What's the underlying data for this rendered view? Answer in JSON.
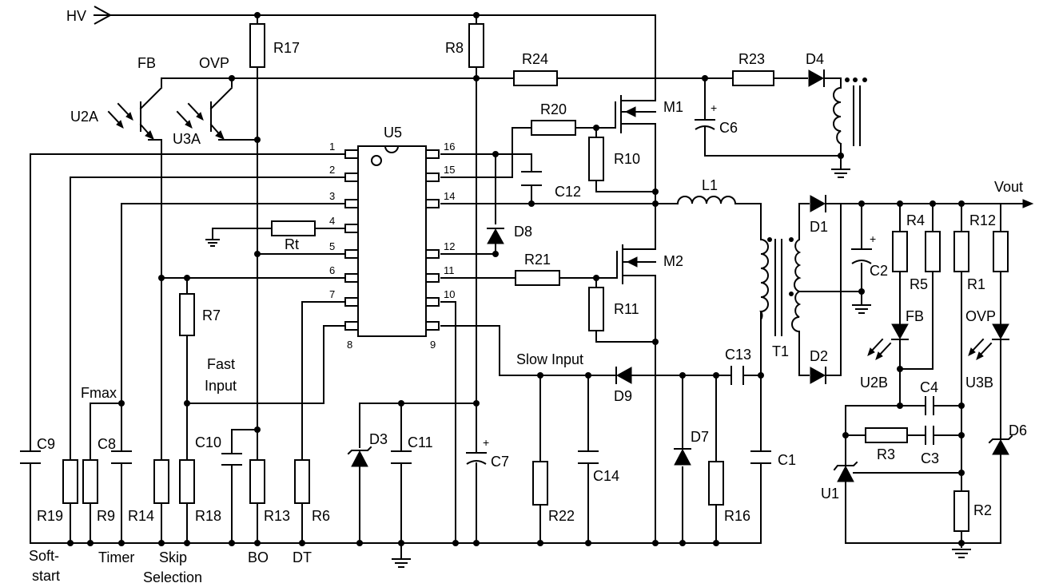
{
  "nets": {
    "hv": "HV",
    "vout": "Vout",
    "fb": "FB",
    "ovp": "OVP",
    "fmax": "Fmax",
    "fast_input_1": "Fast",
    "fast_input_2": "Input",
    "slow_input": "Slow Input",
    "soft_start_1": "Soft-",
    "soft_start_2": "start",
    "timer": "Timer",
    "skip_1": "Skip",
    "skip_2": "Selection",
    "bo": "BO",
    "dt": "DT",
    "fb_right": "FB",
    "ovp_right": "OVP"
  },
  "ic": {
    "name": "U5",
    "pins_left": [
      "1",
      "2",
      "3",
      "4",
      "5",
      "6",
      "7",
      "8"
    ],
    "pins_right": [
      "16",
      "15",
      "14",
      "12",
      "11",
      "10",
      "9"
    ]
  },
  "components": {
    "R17": "R17",
    "R8": "R8",
    "R24": "R24",
    "R23": "R23",
    "D4": "D4",
    "M1": "M1",
    "C6": "C6",
    "R20": "R20",
    "R10": "R10",
    "C12": "C12",
    "L1": "L1",
    "D8": "D8",
    "Rt": "Rt",
    "R21": "R21",
    "M2": "M2",
    "R11": "R11",
    "R7": "R7",
    "D9": "D9",
    "C13": "C13",
    "D7": "D7",
    "C1": "C1",
    "R16": "R16",
    "C14": "C14",
    "R22": "R22",
    "C7": "C7",
    "D3": "D3",
    "C11": "C11",
    "C10": "C10",
    "R13": "R13",
    "R6": "R6",
    "R18": "R18",
    "R14": "R14",
    "C8": "C8",
    "R9": "R9",
    "R19": "R19",
    "C9": "C9",
    "T1": "T1",
    "D1": "D1",
    "D2": "D2",
    "C2": "C2",
    "R4": "R4",
    "R5": "R5",
    "R1": "R1",
    "R12": "R12",
    "U2A": "U2A",
    "U3A": "U3A",
    "U2B": "U2B",
    "U3B": "U3B",
    "C4": "C4",
    "R3": "R3",
    "C3": "C3",
    "U1": "U1",
    "R2": "R2",
    "D6": "D6"
  }
}
